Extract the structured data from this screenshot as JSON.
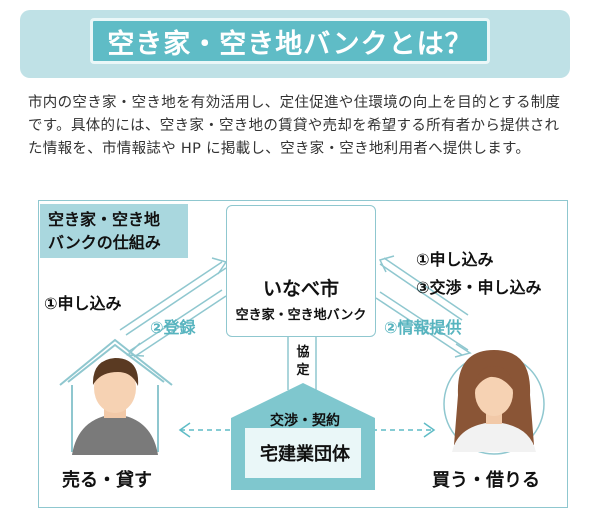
{
  "header": {
    "title": "空き家・空き地バンクとは？"
  },
  "intro": {
    "text": "市内の空き家・空き地を有効活用し、定住促進や住環境の向上を目的とする制度です。具体的には、空き家・空き地の賃貸や売却を希望する所有者から提供された情報を、市情報誌や HP に掲載し、空き家・空き地利用者へ提供します。"
  },
  "diagram": {
    "section_label_line1": "空き家・空き地",
    "section_label_line2": "バンクの仕組み",
    "center": {
      "line1": "いなべ市",
      "line2": "空き家・空き地バンク"
    },
    "left_steps": {
      "apply": "①申し込み",
      "register": "②登録"
    },
    "right_steps": {
      "apply": "①申し込み",
      "negotiate": "③交渉・申し込み",
      "info": "②情報提供"
    },
    "agreement": "協定",
    "organization": {
      "line1": "交渉・契約",
      "line2": "宅建業団体"
    },
    "seller_label": "売る・貸す",
    "buyer_label": "買う・借りる"
  },
  "colors": {
    "accent": "#5fbcc6",
    "band": "#bfe1e6",
    "panel_border": "#8fc7cf",
    "house": "#7fc7ce"
  }
}
